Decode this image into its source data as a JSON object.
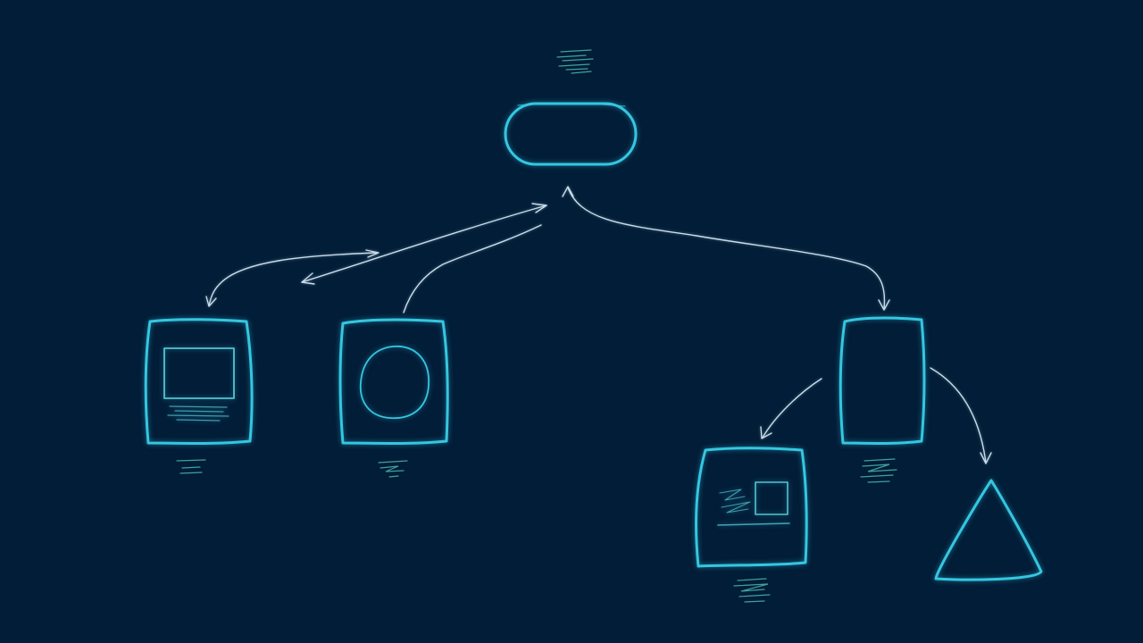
{
  "colors": {
    "background": "#021d38",
    "shape_stroke": "#35c6e0",
    "shape_inner": "#56c2cf",
    "connector": "#c9dce8",
    "scribble": "#4fc4b8"
  },
  "nodes": [
    {
      "id": "root",
      "shape": "pill"
    },
    {
      "id": "left-card",
      "shape": "rounded-square",
      "icon": "image-placeholder-icon"
    },
    {
      "id": "middle-card",
      "shape": "rounded-square",
      "icon": "circle-icon"
    },
    {
      "id": "right-card",
      "shape": "tall-rectangle"
    },
    {
      "id": "bottom-card",
      "shape": "rounded-square",
      "icon": "media-card-icon"
    },
    {
      "id": "triangle",
      "shape": "triangle"
    }
  ],
  "edges": [
    {
      "from": "root",
      "to": "left-card"
    },
    {
      "from": "root",
      "to": "middle-card"
    },
    {
      "from": "root",
      "to": "right-card"
    },
    {
      "from": "right-card",
      "to": "bottom-card"
    },
    {
      "from": "right-card",
      "to": "triangle"
    }
  ]
}
